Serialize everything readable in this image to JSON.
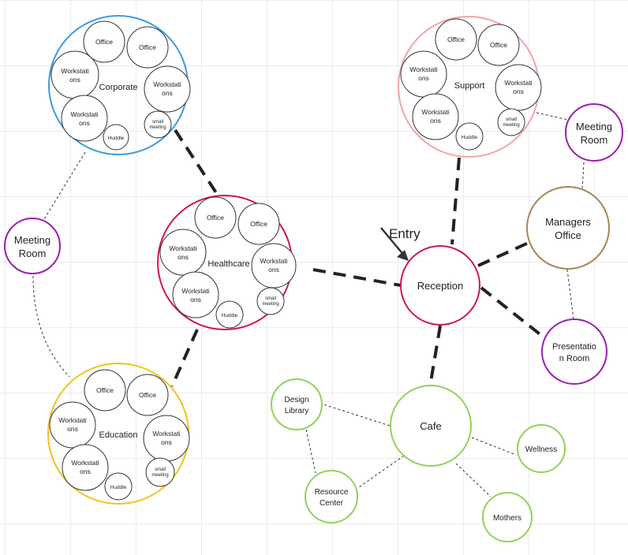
{
  "zones": {
    "corporate": {
      "name": "Corporate",
      "office_1": "Office",
      "office_2": "Office",
      "workstations_1": [
        "Workstati",
        "ons"
      ],
      "workstations_2": [
        "Workstati",
        "ons"
      ],
      "workstations_3": [
        "Workstati",
        "ons"
      ],
      "huddle": "Huddle",
      "small_meeting": [
        "small",
        "meeting"
      ]
    },
    "healthcare": {
      "name": "Healthcare",
      "office_1": "Office",
      "office_2": "Office",
      "workstations_1": [
        "Workstati",
        "ons"
      ],
      "workstations_2": [
        "Workstati",
        "ons"
      ],
      "workstations_3": [
        "Workstati",
        "ons"
      ],
      "huddle": "Huddle",
      "small_meeting": [
        "small",
        "meeting"
      ]
    },
    "education": {
      "name": "Education",
      "office_1": "Office",
      "office_2": "Office",
      "workstations_1": [
        "Workstati",
        "ons"
      ],
      "workstations_2": [
        "Workstati",
        "ons"
      ],
      "workstations_3": [
        "Workstati",
        "ons"
      ],
      "huddle": "Huddle",
      "small_meeting": [
        "small",
        "meeting"
      ]
    },
    "support": {
      "name": "Support",
      "office_1": "Office",
      "office_2": "Office",
      "workstations_1": [
        "Workstati",
        "ons"
      ],
      "workstations_2": [
        "Workstati",
        "ons"
      ],
      "workstations_3": [
        "Workstati",
        "ons"
      ],
      "huddle": "Huddle",
      "small_meeting": [
        "small",
        "meeting"
      ]
    }
  },
  "rooms": {
    "meeting_room_left": [
      "Meeting",
      "Room"
    ],
    "meeting_room_right": [
      "Meeting",
      "Room"
    ],
    "managers_office": [
      "Managers",
      "Office"
    ],
    "presentation_room": [
      "Presentatio",
      "n Room"
    ],
    "reception": "Reception",
    "cafe": "Cafe",
    "design_library": [
      "Design",
      "Library"
    ],
    "resource_center": [
      "Resource",
      "Center"
    ],
    "wellness": "Wellness",
    "mothers": "Mothers"
  },
  "entry_label": "Entry",
  "colors": {
    "corporate_ring": "#3a9be0",
    "healthcare_ring": "#d0135e",
    "education_ring": "#f2c21b",
    "support_ring": "#f2a3a8",
    "reception_ring": "#d0135e",
    "meeting_ring": "#9a1fae",
    "managers_ring": "#a8845a",
    "amenity_ring": "#8fd45a",
    "inner_ring": "#333333",
    "connector": "#222222"
  }
}
